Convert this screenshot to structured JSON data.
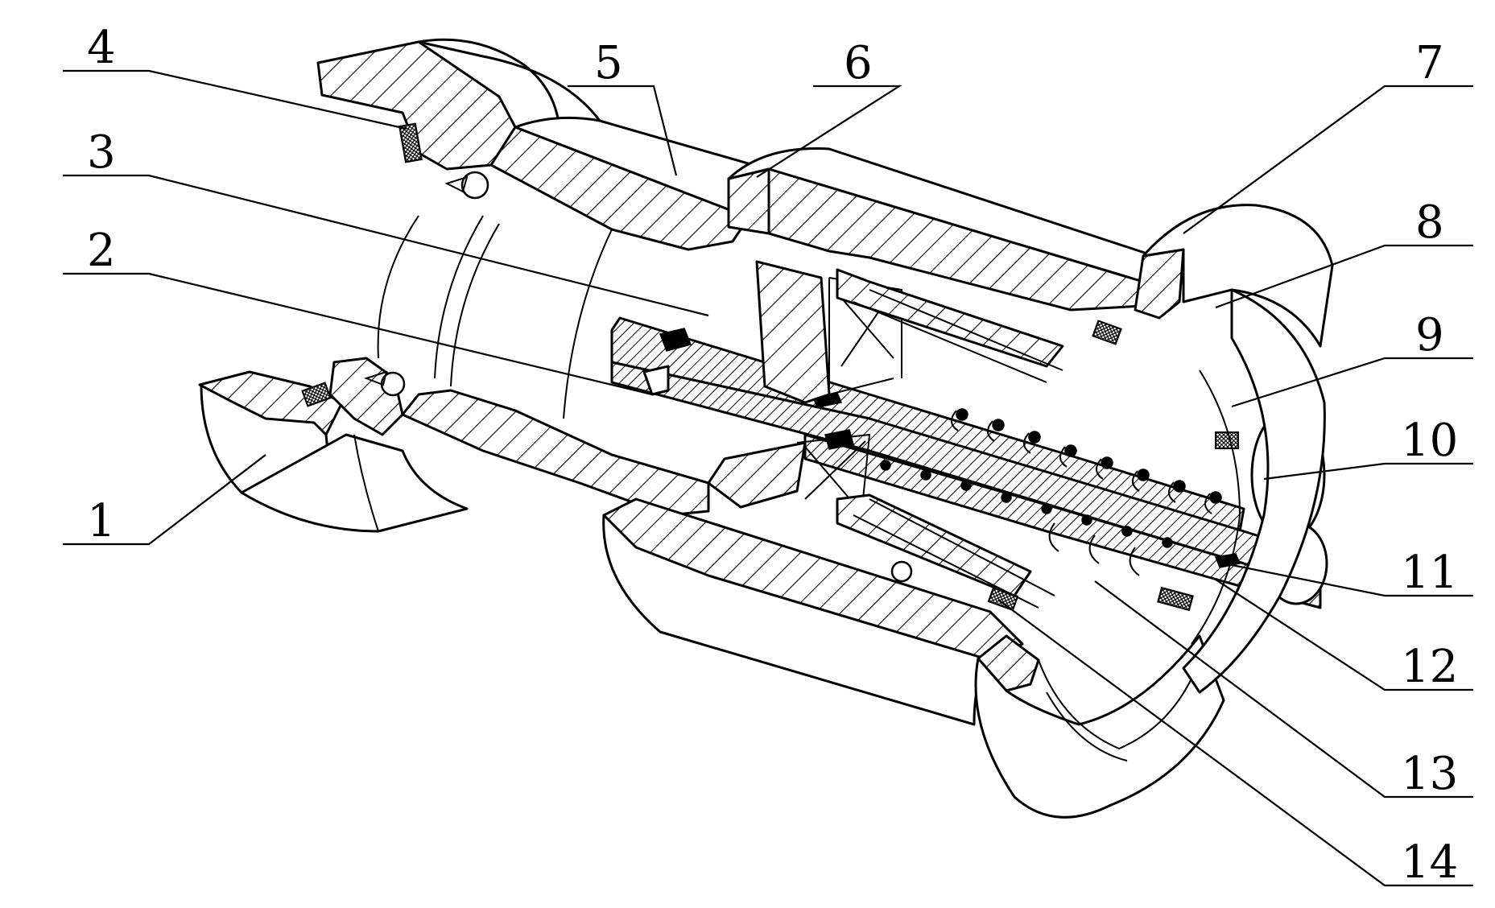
{
  "figure": {
    "labels": [
      {
        "id": "1",
        "text": "1"
      },
      {
        "id": "2",
        "text": "2"
      },
      {
        "id": "3",
        "text": "3"
      },
      {
        "id": "4",
        "text": "4"
      },
      {
        "id": "5",
        "text": "5"
      },
      {
        "id": "6",
        "text": "6"
      },
      {
        "id": "7",
        "text": "7"
      },
      {
        "id": "8",
        "text": "8"
      },
      {
        "id": "9",
        "text": "9"
      },
      {
        "id": "10",
        "text": "10"
      },
      {
        "id": "11",
        "text": "11"
      },
      {
        "id": "12",
        "text": "12"
      },
      {
        "id": "13",
        "text": "13"
      },
      {
        "id": "14",
        "text": "14"
      }
    ]
  },
  "colors": {
    "line": "#000000",
    "background": "#ffffff"
  }
}
